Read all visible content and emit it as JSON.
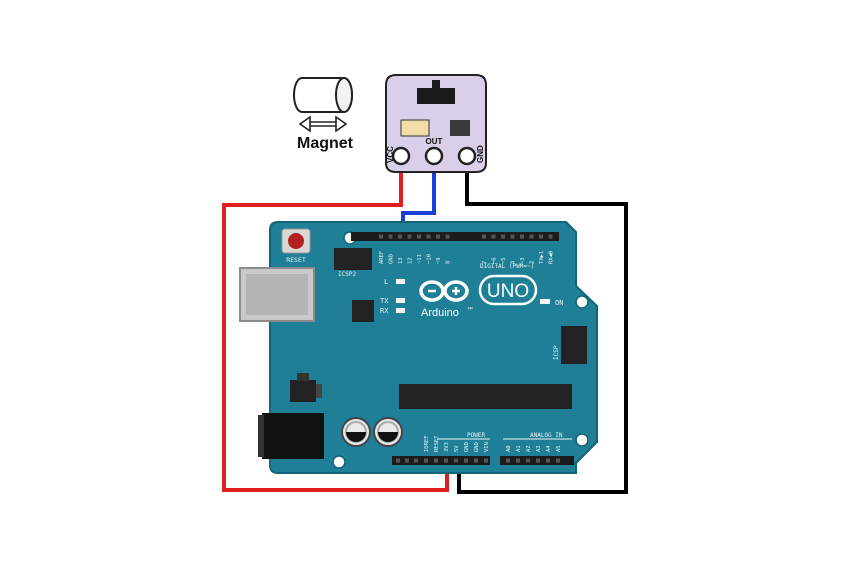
{
  "magnet": {
    "label": "Magnet"
  },
  "sensor": {
    "pins": {
      "vcc": "VCC",
      "out": "OUT",
      "gnd": "GND"
    }
  },
  "board": {
    "logo_model": "UNO",
    "logo_brand": "Arduino",
    "logo_tm": "™",
    "reset_label": "RESET",
    "icsp2_label": "ICSP2",
    "icsp_label": "ICSP",
    "led_l": "L",
    "led_tx": "TX",
    "led_rx": "RX",
    "on_label": "ON",
    "digital_header_label": "DIGITAL (PWM=~)",
    "power_label": "POWER",
    "analog_label": "ANALOG IN",
    "top_pins": [
      "AREF",
      "GND",
      "13",
      "12",
      "~11",
      "~10",
      "~9",
      "8",
      "7",
      "~6",
      "~5",
      "4",
      "~3",
      "2",
      "TX▶1",
      "RX◀0"
    ],
    "power_pins": [
      "IOREF",
      "RESET",
      "3V3",
      "5V",
      "GND",
      "GND",
      "VIN"
    ],
    "analog_pins": [
      "A0",
      "A1",
      "A2",
      "A3",
      "A4",
      "A5"
    ]
  },
  "wires": {
    "vcc_color": "#e02020",
    "out_color": "#1a3fd6",
    "gnd_color": "#000000"
  },
  "colors": {
    "board": "#1f7f97",
    "board_edge": "#15657a",
    "sensor_body": "#d9cfe8"
  }
}
